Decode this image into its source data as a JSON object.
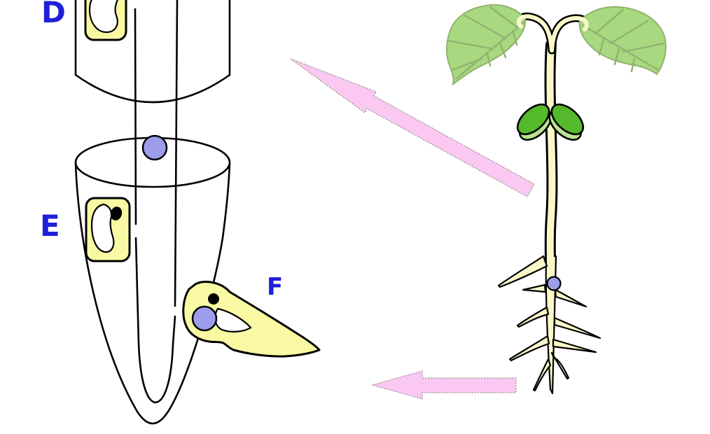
{
  "figure": {
    "kind": "biology-root-tip-and-seedling-diagram",
    "labels": {
      "d": "D",
      "e": "E",
      "f": "F"
    },
    "colors": {
      "label_blue": "#1f1fd8",
      "outline_black": "#000000",
      "cell_yellow": "#f9f9a3",
      "plant_cream": "#faf8c8",
      "nucleus_purple": "#9d9dec",
      "nucleus_black": "#000000",
      "vacuole_white": "#ffffff",
      "arrow_pink": "#fac8f1",
      "arrow_edge_gray": "#909090",
      "leaf_green": "#a8d87f",
      "leaf_edge_green": "#8fb46e",
      "leaf_vein_green": "#90b272",
      "cotyledon_green": "#54ba2b",
      "cotyledon_light_green": "#bce093",
      "background": "#ffffff"
    }
  }
}
